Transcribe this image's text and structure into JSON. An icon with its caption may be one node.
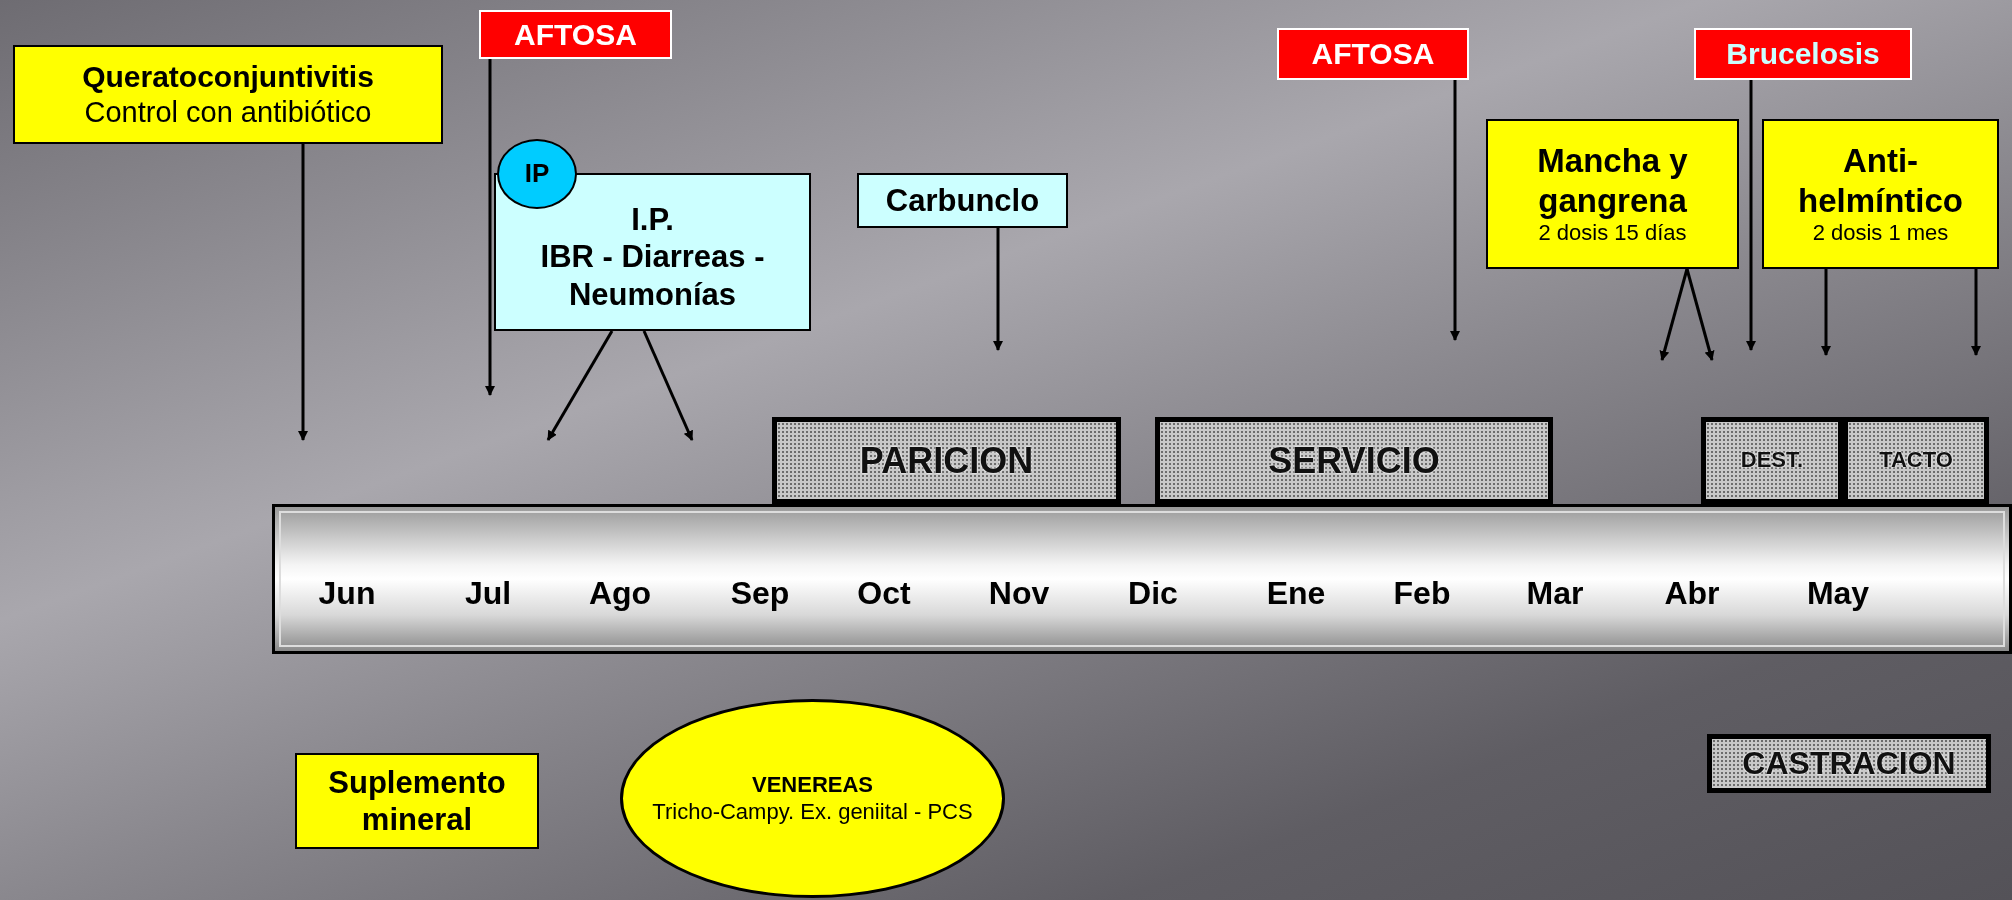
{
  "diagram": {
    "nodes": [
      {
        "text": [
          "Queratoconjuntivitis",
          "Control con antibiótico"
        ]
      },
      {
        "text": [
          "AFTOSA"
        ]
      },
      {
        "text": [
          "I.P.",
          "IBR - Diarreas - Neumonías"
        ]
      },
      {
        "text": [
          "IP"
        ]
      },
      {
        "text": [
          "Carbunclo"
        ]
      },
      {
        "text": [
          "AFTOSA"
        ]
      },
      {
        "text": [
          "Brucelosis"
        ]
      },
      {
        "text": [
          "Mancha y gangrena",
          "2 dosis 15 días"
        ]
      },
      {
        "text": [
          "Anti-helmíntico",
          "2 dosis 1 mes"
        ]
      },
      {
        "text": [
          "PARICION"
        ]
      },
      {
        "text": [
          "SERVICIO"
        ]
      },
      {
        "text": [
          "DEST."
        ]
      },
      {
        "text": [
          "TACTO"
        ]
      },
      {
        "text": [
          "Jun",
          "Jul",
          "Ago",
          "Sep",
          "Oct",
          "Nov",
          "Dic",
          "Ene",
          "Feb",
          "Mar",
          "Abr",
          "May"
        ]
      },
      {
        "text": [
          "Suplemento mineral"
        ]
      },
      {
        "text": [
          "VENEREAS",
          "Tricho-Campy. Ex. geniital - PCS"
        ]
      },
      {
        "text": [
          "CASTRACION"
        ]
      }
    ],
    "edges": [
      {
        "from": 0,
        "to": null,
        "arrow": "to"
      },
      {
        "from": 1,
        "to": null,
        "arrow": "to"
      },
      {
        "from": 2,
        "to": null,
        "arrow": "to"
      },
      {
        "from": 2,
        "to": null,
        "arrow": "to"
      },
      {
        "from": 4,
        "to": null,
        "arrow": "to"
      },
      {
        "from": 5,
        "to": null,
        "arrow": "to"
      },
      {
        "from": 7,
        "to": null,
        "arrow": "to"
      },
      {
        "from": 7,
        "to": null,
        "arrow": "to"
      },
      {
        "from": 6,
        "to": null,
        "arrow": "to"
      },
      {
        "from": 8,
        "to": null,
        "arrow": "to"
      },
      {
        "from": 8,
        "to": null,
        "arrow": "to"
      }
    ]
  }
}
